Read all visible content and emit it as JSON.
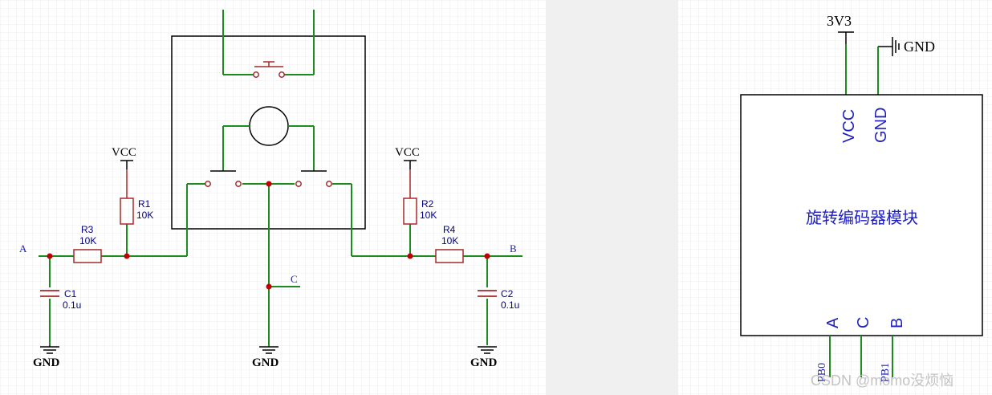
{
  "schematic": {
    "net_a": "A",
    "net_b": "B",
    "net_c": "C",
    "vcc_left": "VCC",
    "vcc_right": "VCC",
    "gnd_left": "GND",
    "gnd_mid": "GND",
    "gnd_right": "GND",
    "r1_ref": "R1",
    "r1_val": "10K",
    "r2_ref": "R2",
    "r2_val": "10K",
    "r3_ref": "R3",
    "r3_val": "10K",
    "r4_ref": "R4",
    "r4_val": "10K",
    "c1_ref": "C1",
    "c1_val": "0.1u",
    "c2_ref": "C2",
    "c2_val": "0.1u"
  },
  "module": {
    "title": "旋转编码器模块",
    "power_label": "3V3",
    "gnd_label": "GND",
    "pin_vcc": "VCC",
    "pin_gnd": "GND",
    "pin_a": "A",
    "pin_c": "C",
    "pin_b": "B",
    "net_pb0": "PB0",
    "net_pb1": "PB1"
  },
  "watermark": "CSDN @momo没烦恼",
  "colors": {
    "wire": "#1f8a1f",
    "component": "#a52a2a",
    "junction": "#c00000",
    "label_blue": "#2020c0",
    "grid": "#e6e6e6",
    "divider": "#ececec"
  }
}
